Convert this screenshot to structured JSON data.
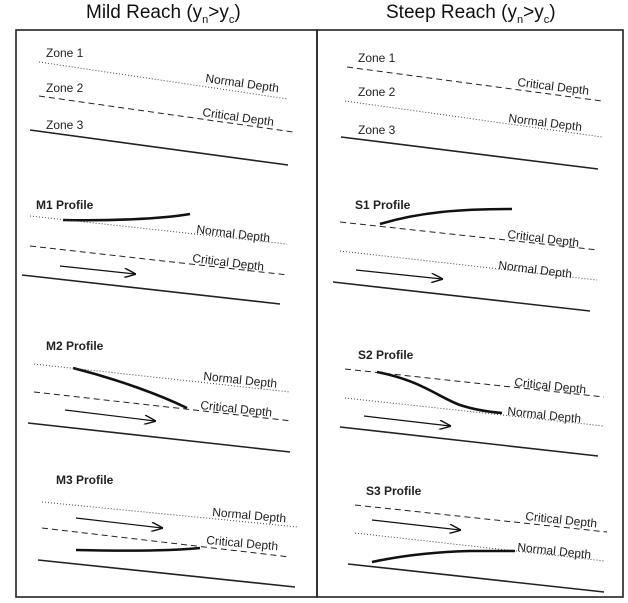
{
  "titles": {
    "mild": {
      "main": "Mild Reach (y",
      "n": "n",
      "gt": ">y",
      "c": "c",
      "close": ")"
    },
    "steep": {
      "main": "Steep Reach (y",
      "n": "n",
      "gt": ">y",
      "c": "c",
      "close": ")"
    }
  },
  "labels": {
    "zone1": "Zone 1",
    "zone2": "Zone 2",
    "zone3": "Zone 3",
    "normal_depth": "Normal Depth",
    "critical_depth": "Critical Depth"
  },
  "profiles": {
    "m1": "M1 Profile",
    "m2": "M2 Profile",
    "m3": "M3 Profile",
    "s1": "S1 Profile",
    "s2": "S2 Profile",
    "s3": "S3 Profile"
  }
}
